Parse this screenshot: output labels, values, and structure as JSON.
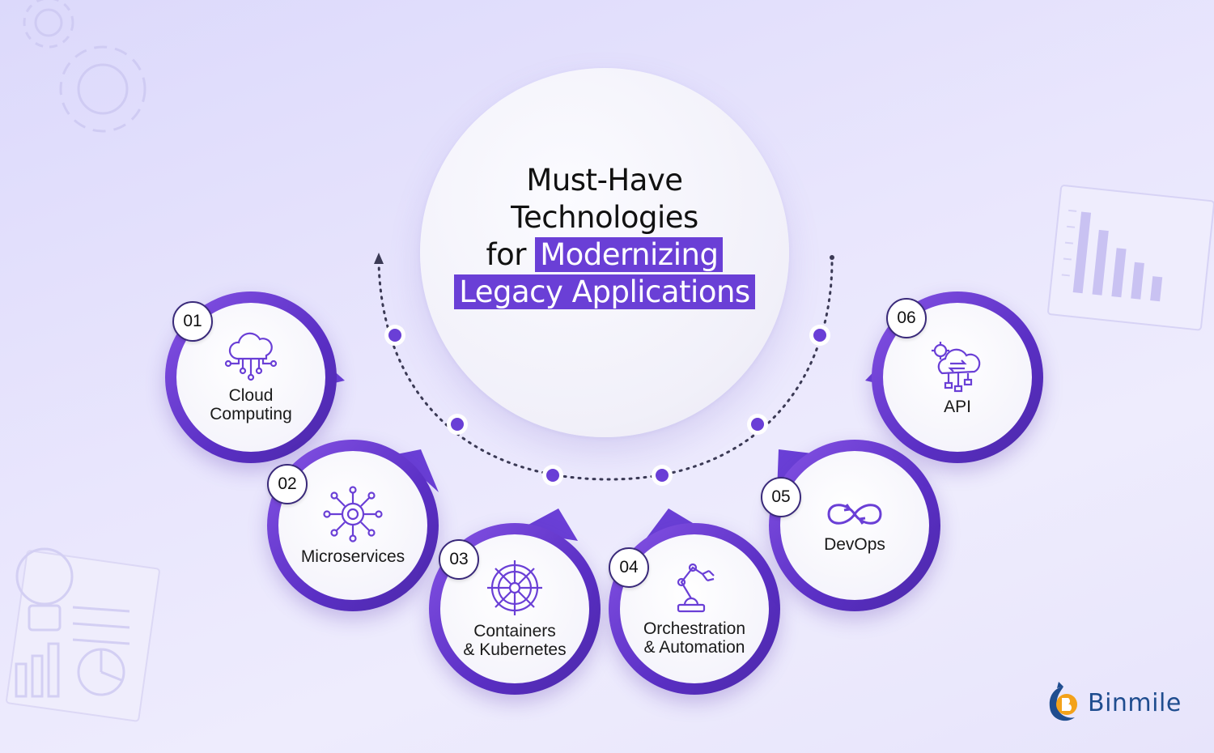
{
  "title": {
    "line1": "Must-Have",
    "line2": "Technologies",
    "line3_prefix": "for",
    "line3_highlight": "Modernizing",
    "line4_highlight": "Legacy Applications"
  },
  "nodes": [
    {
      "number": "01",
      "label": "Cloud\nComputing",
      "icon": "cloud-network-icon"
    },
    {
      "number": "02",
      "label": "Microservices",
      "icon": "microservices-gear-icon"
    },
    {
      "number": "03",
      "label": "Containers\n& Kubernetes",
      "icon": "kubernetes-helm-icon"
    },
    {
      "number": "04",
      "label": "Orchestration\n& Automation",
      "icon": "robotic-arm-icon"
    },
    {
      "number": "05",
      "label": "DevOps",
      "icon": "devops-infinity-icon"
    },
    {
      "number": "06",
      "label": "API",
      "icon": "api-cloud-gear-icon"
    }
  ],
  "brand": {
    "name": "Binmile",
    "icon": "binmile-logo-icon"
  },
  "colors": {
    "accent": "#6a3fd6",
    "ring": "#5a2fc4",
    "dot": "#6a3fd6",
    "brand": "#1f4d8f"
  }
}
